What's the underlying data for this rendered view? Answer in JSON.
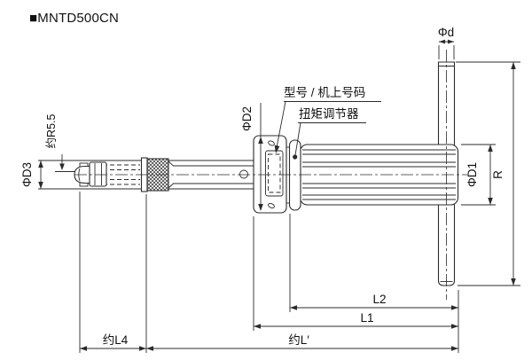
{
  "title": "■MNTD500CN",
  "callouts": {
    "model": "型号 / 机上号码",
    "adjuster": "扭矩调节器"
  },
  "dimensions": {
    "shank_d": "Φd",
    "body_r": "R",
    "grip_d": "ΦD1",
    "flange_d": "ΦD2",
    "tip_d": "ΦD3",
    "tip_radius": "约R5.5",
    "l2": "L2",
    "l1": "L1",
    "l4": "约L4",
    "l_total": "约L′"
  },
  "colors": {
    "line": "#2b2b2b",
    "text": "#111111",
    "background": "#ffffff"
  }
}
